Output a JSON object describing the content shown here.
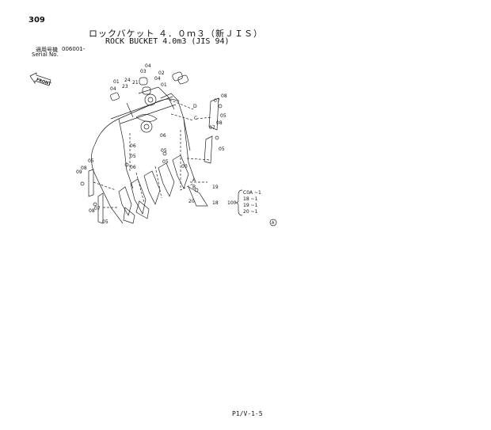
{
  "page": {
    "number": "309",
    "title_jp": "ロックバケット ４．０ｍ３（新ＪＩＳ）",
    "title_en": "ROCK BUCKET 4.0m3 (JIS 94)",
    "serial_label_jp": "適用号機",
    "serial_label_en": "Serial No.",
    "serial_number": "006001-",
    "footer": "P1/V-1-5",
    "front_label": "FRONT"
  },
  "callouts": [
    {
      "id": "c-01a",
      "text": "01"
    },
    {
      "id": "c-04a",
      "text": "04"
    },
    {
      "id": "c-24",
      "text": "24"
    },
    {
      "id": "c-23",
      "text": "23"
    },
    {
      "id": "c-21",
      "text": "21"
    },
    {
      "id": "c-03",
      "text": "03"
    },
    {
      "id": "c-04b",
      "text": "04"
    },
    {
      "id": "c-02",
      "text": "02"
    },
    {
      "id": "c-01b",
      "text": "01"
    },
    {
      "id": "c-04c",
      "text": "04"
    },
    {
      "id": "c-08a",
      "text": "08"
    },
    {
      "id": "c-07a",
      "text": "07"
    },
    {
      "id": "c-D",
      "text": "D"
    },
    {
      "id": "c-C",
      "text": "C"
    },
    {
      "id": "c-05a",
      "text": "05"
    },
    {
      "id": "c-08b",
      "text": "08"
    },
    {
      "id": "c-07b",
      "text": "07"
    },
    {
      "id": "c-05b",
      "text": "05"
    },
    {
      "id": "c-06a",
      "text": "06"
    },
    {
      "id": "c-05c",
      "text": "05"
    },
    {
      "id": "c-06b",
      "text": "06"
    },
    {
      "id": "c-05d",
      "text": "05"
    },
    {
      "id": "c-09a",
      "text": "09"
    },
    {
      "id": "c-08c",
      "text": "08"
    },
    {
      "id": "c-05e",
      "text": "05"
    },
    {
      "id": "c-06c",
      "text": "06"
    },
    {
      "id": "c-05f",
      "text": "05"
    },
    {
      "id": "c-00",
      "text": "00"
    },
    {
      "id": "c-A",
      "text": "A"
    },
    {
      "id": "c-B",
      "text": "B"
    },
    {
      "id": "c-19",
      "text": "19"
    },
    {
      "id": "c-20",
      "text": "20"
    },
    {
      "id": "c-18",
      "text": "18"
    },
    {
      "id": "c-08d",
      "text": "08"
    },
    {
      "id": "c-07c",
      "text": "07"
    },
    {
      "id": "c-05g",
      "text": "05"
    }
  ],
  "legend": {
    "prefix": "100",
    "rows": [
      "C0A ~1",
      "18 ~1",
      "19 ~1",
      "20 ~1"
    ],
    "circle_mark": "A"
  }
}
